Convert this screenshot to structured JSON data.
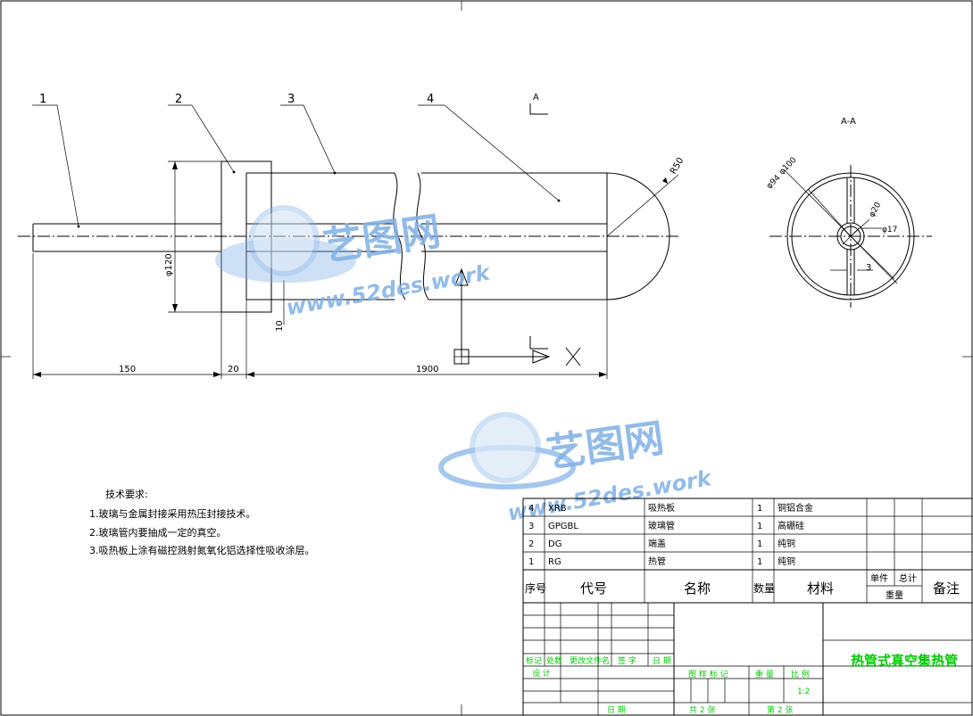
{
  "drawing": {
    "balloons": [
      "1",
      "2",
      "3",
      "4"
    ],
    "section_mark": "A",
    "section_title": "A-A",
    "dimensions": {
      "d120": "φ120",
      "len150": "150",
      "len20": "20",
      "len1900": "1900",
      "ten": "10",
      "r50": "R50",
      "d100": "φ100",
      "d94": "φ94",
      "d20": "φ20",
      "d17": "φ17",
      "three": "3"
    },
    "ucs_x": "X"
  },
  "watermark": {
    "brand": "艺图网",
    "url": "www.52des.work"
  },
  "tech_requirements": {
    "title": "技术要求:",
    "items": [
      "1.玻璃与金属封接采用热压封接技术。",
      "2.玻璃管内要抽成一定的真空。",
      "3.吸热板上涂有磁控溅射氮氧化铝选择性吸收涂层。"
    ]
  },
  "bom": {
    "rows": [
      {
        "no": "4",
        "code": "XRB",
        "name": "吸热板",
        "qty": "1",
        "material": "铜铝合金"
      },
      {
        "no": "3",
        "code": "GPGBL",
        "name": "玻璃管",
        "qty": "1",
        "material": "高硼硅"
      },
      {
        "no": "2",
        "code": "DG",
        "name": "端盖",
        "qty": "1",
        "material": "纯铜"
      },
      {
        "no": "1",
        "code": "RG",
        "name": "热管",
        "qty": "1",
        "material": "纯铜"
      }
    ],
    "headers": {
      "no": "序号",
      "code": "代号",
      "name": "名称",
      "qty": "数量",
      "material": "材料",
      "single": "单件",
      "total": "总计",
      "weight": "重量",
      "remark": "备注"
    }
  },
  "title_block": {
    "title": "热管式真空集热管",
    "rev_headers": [
      "标记",
      "处数",
      "更改文件名",
      "签 字",
      "日 期"
    ],
    "design": "设 计",
    "date": "日 期",
    "stage_headers": [
      "图 样 标 记",
      "重 量",
      "比 例"
    ],
    "scale": "1:2",
    "sheet_total_label": "共 2 张",
    "sheet_no_label": "第 2 张"
  },
  "colors": {
    "green": "#00cc00",
    "line": "#000000",
    "watermark": "#7fb0e6"
  }
}
